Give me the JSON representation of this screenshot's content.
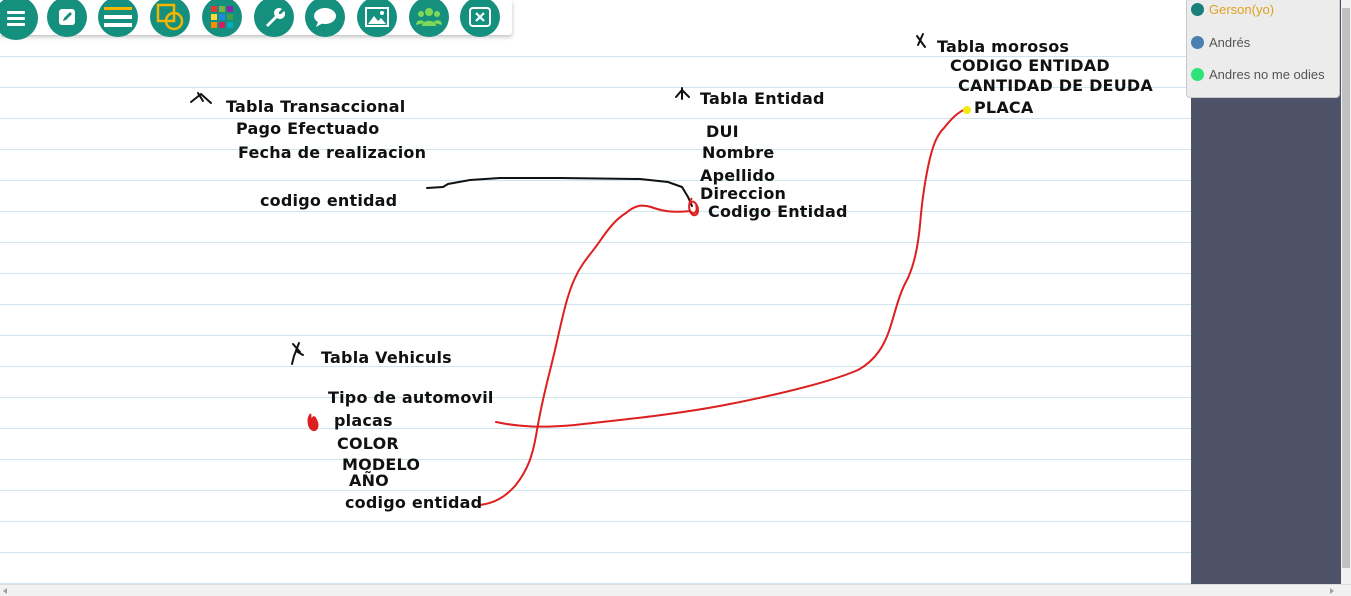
{
  "toolbar": {
    "buttons": [
      {
        "icon": "menu-icon",
        "label": "Menu"
      },
      {
        "icon": "pencil-icon",
        "label": "Draw"
      },
      {
        "icon": "lines-icon",
        "label": "Line weight"
      },
      {
        "icon": "shapes-icon",
        "label": "Shapes"
      },
      {
        "icon": "color-grid-icon",
        "label": "Colors"
      },
      {
        "icon": "wrench-icon",
        "label": "Tools"
      },
      {
        "icon": "chat-icon",
        "label": "Chat"
      },
      {
        "icon": "image-icon",
        "label": "Image"
      },
      {
        "icon": "users-icon",
        "label": "Users"
      },
      {
        "icon": "clear-icon",
        "label": "Clear"
      }
    ]
  },
  "users": [
    {
      "name": "Gerson(yo)",
      "color": "#1a7f7a",
      "text_color": "#e0a020"
    },
    {
      "name": "Andrés",
      "color": "#4a7fb0",
      "text_color": "#555555"
    },
    {
      "name": "Andres no me odies",
      "color": "#2ee27a",
      "text_color": "#555555"
    }
  ],
  "board": {
    "tabla_transaccional": {
      "title": "Tabla Transaccional",
      "fields": [
        "Pago Efectuado",
        "Fecha de realizacion",
        "codigo entidad"
      ]
    },
    "tabla_entidad": {
      "title": "Tabla Entidad",
      "fields": [
        "DUI",
        "Nombre",
        "Apellido",
        "Direccion",
        "Codigo Entidad"
      ]
    },
    "tabla_morosos": {
      "title": "Tabla morosos",
      "fields": [
        "CODIGO ENTIDAD",
        "CANTIDAD DE DEUDA",
        "PLACA"
      ]
    },
    "tabla_vehiculs": {
      "title": "Tabla Vehiculs",
      "fields": [
        "Tipo de automovil",
        "placas",
        "COLOR",
        "MODELO",
        "AÑO",
        "codigo entidad"
      ]
    }
  },
  "colors": {
    "toolbar_teal": "#15907f",
    "panel_bg": "#4d5269",
    "rule_line": "#cfe6ee",
    "link_red": "#dd1f1f",
    "link_black": "#111111",
    "marker_yellow": "#f5e90a"
  }
}
